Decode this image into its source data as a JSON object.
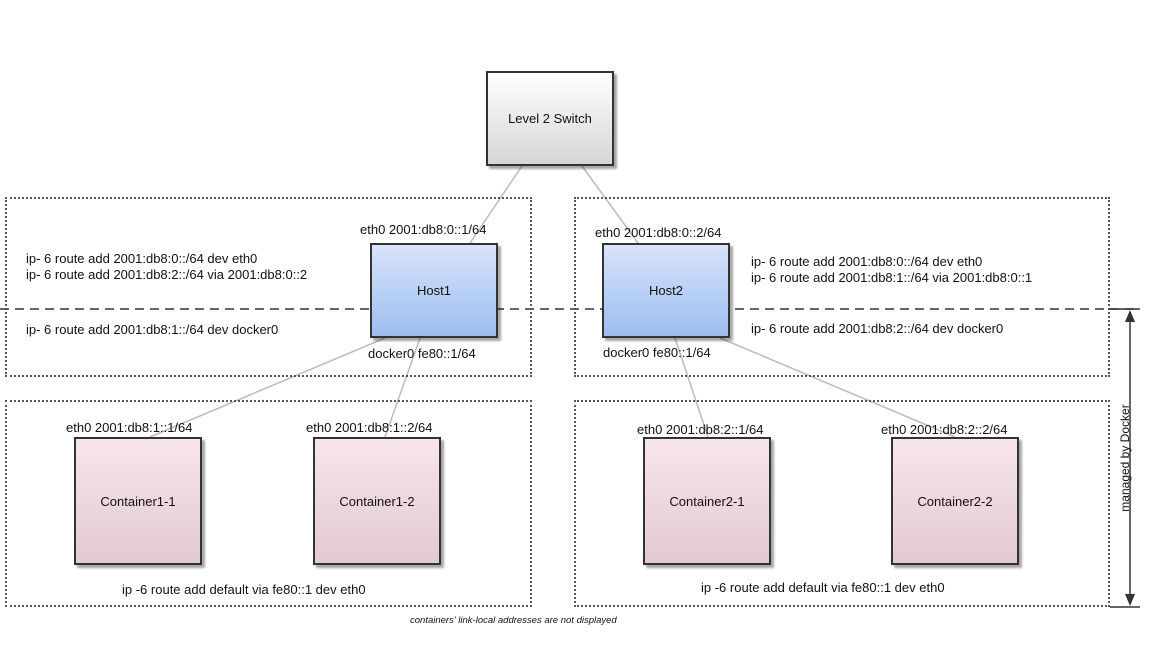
{
  "nodes": {
    "switch": "Level 2 Switch",
    "host1": "Host1",
    "host2": "Host2",
    "c11": "Container1-1",
    "c12": "Container1-2",
    "c21": "Container2-1",
    "c22": "Container2-2"
  },
  "addresses": {
    "host1_eth0": "eth0 2001:db8:0::1/64",
    "host2_eth0": "eth0 2001:db8:0::2/64",
    "host1_docker0": "docker0 fe80::1/64",
    "host2_docker0": "docker0 fe80::1/64",
    "c11_eth0": "eth0 2001:db8:1::1/64",
    "c12_eth0": "eth0 2001:db8:1::2/64",
    "c21_eth0": "eth0 2001:db8:2::1/64",
    "c22_eth0": "eth0 2001:db8:2::2/64"
  },
  "routes": {
    "host1_r1": "ip- 6 route add 2001:db8:0::/64 dev eth0",
    "host1_r2": "ip- 6 route add 2001:db8:2::/64 via 2001:db8:0::2",
    "host1_r3": "ip- 6 route add 2001:db8:1::/64 dev docker0",
    "host2_r1": "ip- 6 route add 2001:db8:0::/64 dev eth0",
    "host2_r2": "ip- 6 route add 2001:db8:1::/64 via 2001:db8:0::1",
    "host2_r3": "ip- 6 route add 2001:db8:2::/64 dev docker0",
    "left_default": "ip -6 route add default via fe80::1 dev eth0",
    "right_default": "ip -6 route add default via fe80::1 dev eth0"
  },
  "annotations": {
    "managed": "managed by Docker",
    "footnote": "containers' link-local addresses are not displayed"
  }
}
